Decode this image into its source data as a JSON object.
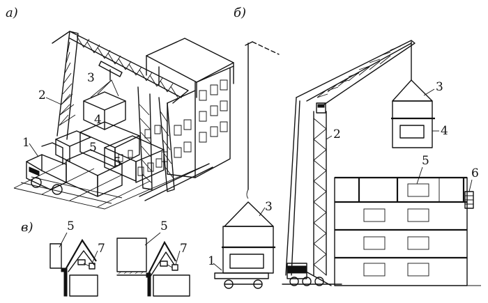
{
  "panels": {
    "a": "а)",
    "b": "б)",
    "v": "в)"
  },
  "callouts": {
    "panel_a": [
      "1",
      "2",
      "3",
      "4",
      "5",
      "5"
    ],
    "panel_b": [
      "1",
      "2",
      "3",
      "3",
      "4",
      "5",
      "6"
    ],
    "panel_v": [
      "5",
      "5",
      "7",
      "7"
    ]
  },
  "colors": {
    "ink": "#111111",
    "background": "#ffffff"
  }
}
